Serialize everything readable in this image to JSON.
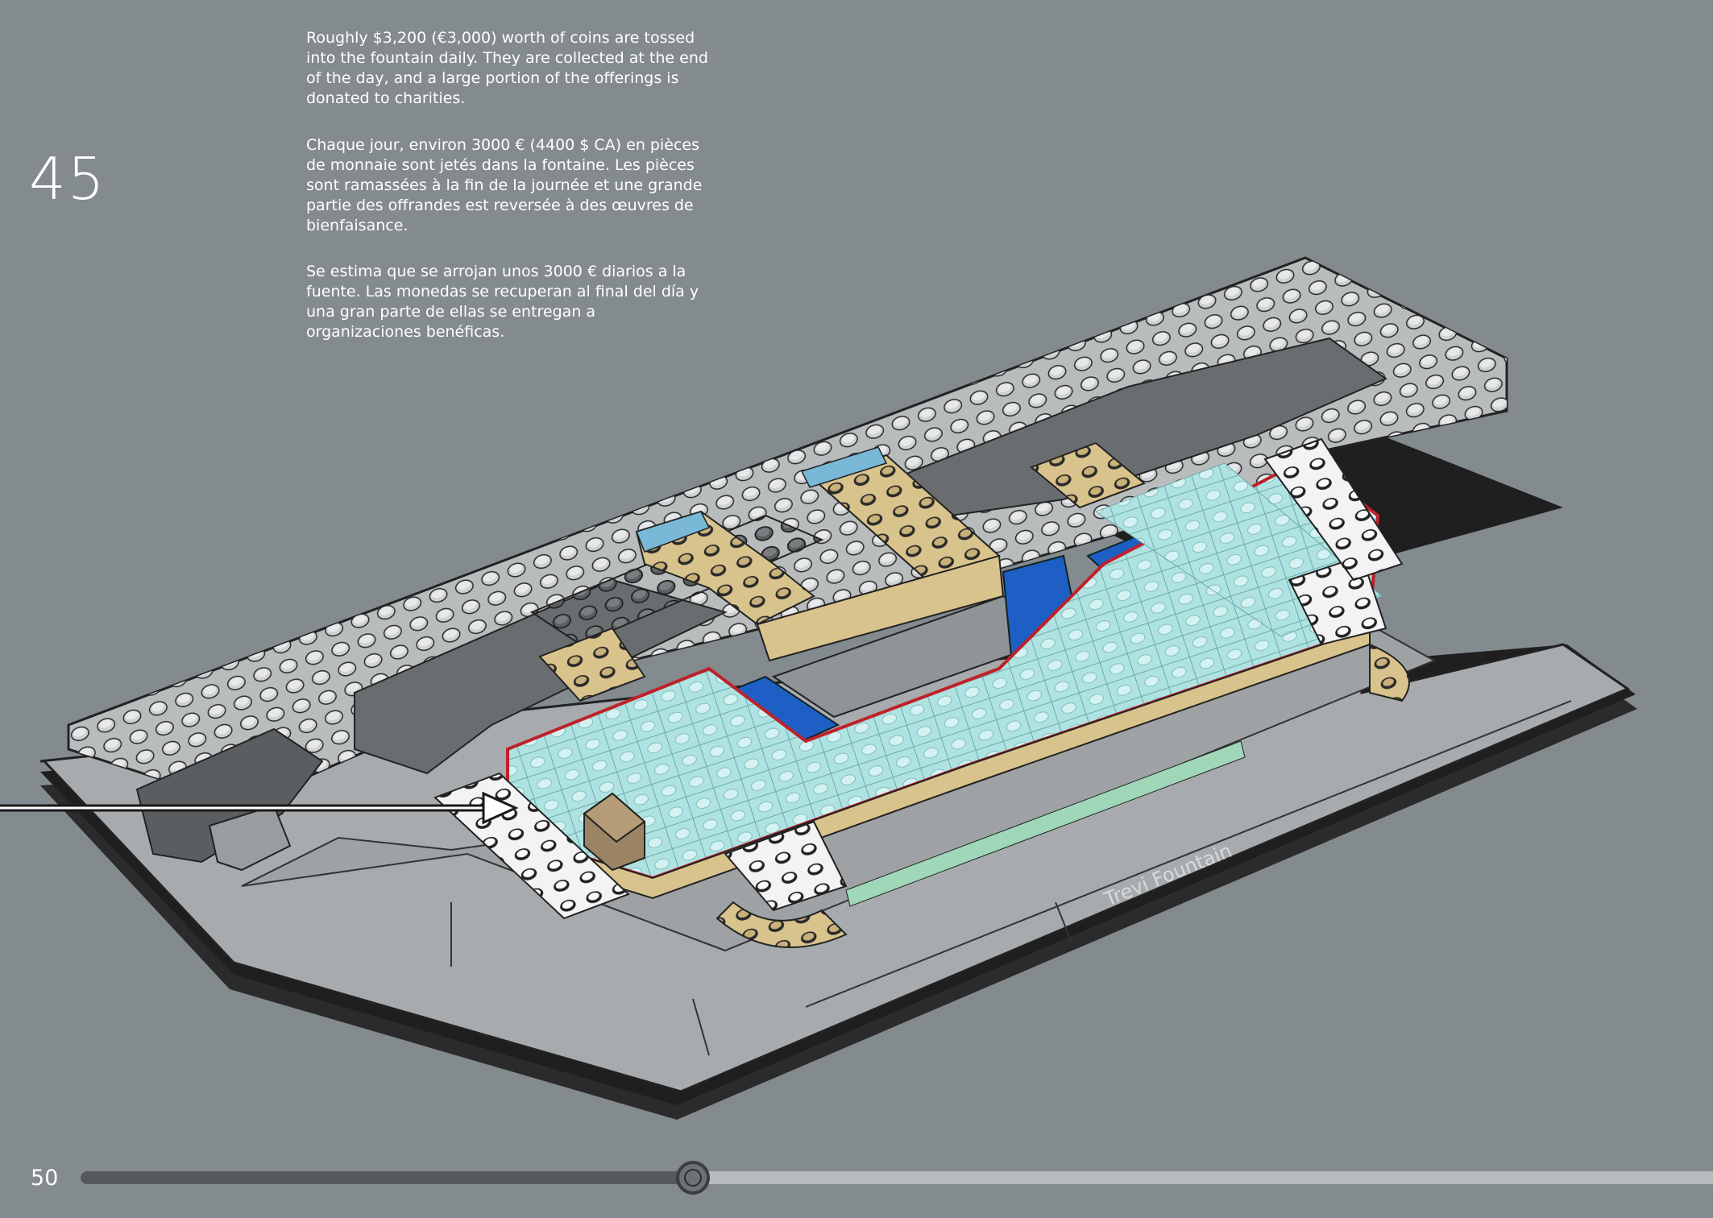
{
  "step": {
    "number": "45"
  },
  "text": {
    "english": "Roughly $3,200 (€3,000) worth of coins are tossed into the fountain daily. They are collected at the end of the day, and a large portion of the offerings is donated to charities.",
    "french": "Chaque jour, environ 3000 € (4400 $ CA) en pièces de monnaie sont jetés dans la fontaine. Les pièces sont ramassées à la fin de la journée et une grande partie des offrandes est reversée à des œuvres de bienfaisance.",
    "spanish": "Se estima que se arrojan unos 3000 € diarios a la fuente. Las monedas se recuperan al final del día y una gran parte de ellas se entregan a organizaciones benéficas."
  },
  "model": {
    "nameplate": "Trevi Fountain"
  },
  "footer": {
    "page_number": "50",
    "progress_percent": 37.4
  },
  "colors": {
    "background": "#848b8f",
    "water": "#aee3e2",
    "tan": "#d9c38c",
    "blue": "#1d5fc4",
    "highlight_outline": "#c0202a"
  }
}
